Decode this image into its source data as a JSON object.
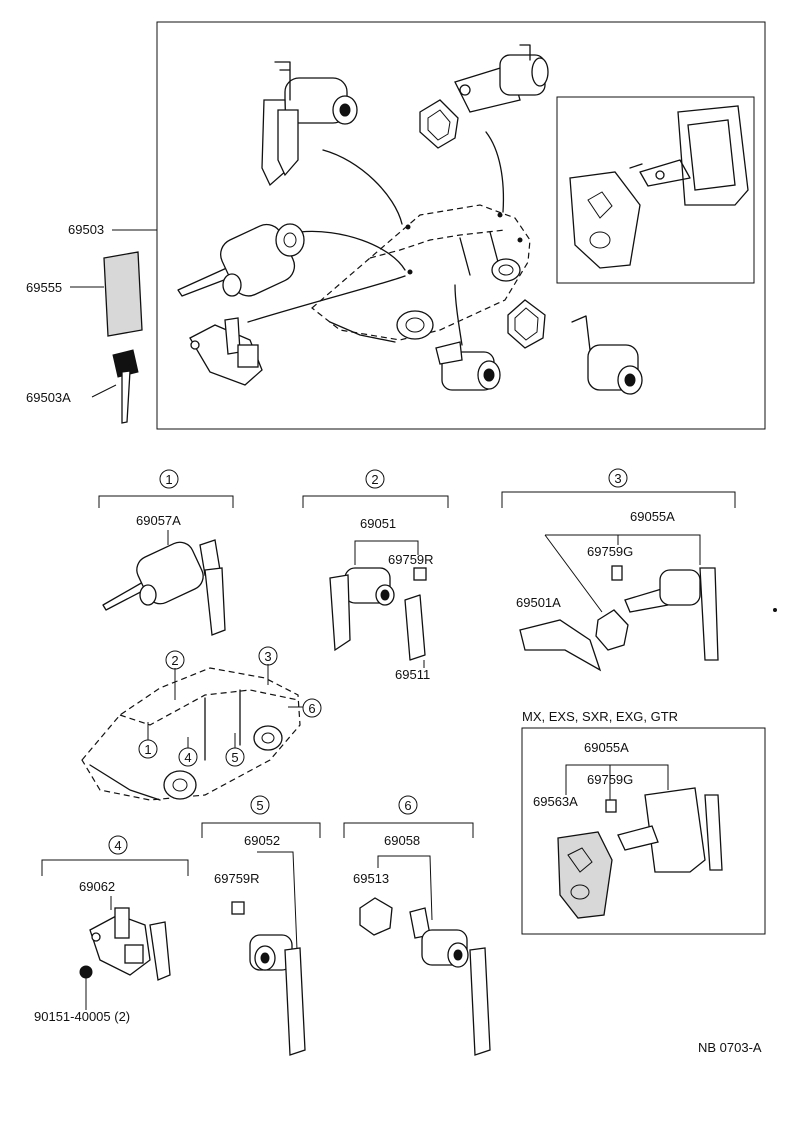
{
  "top_assembly": {
    "part_main": "69503",
    "part_plate": "69555",
    "part_key": "69503A"
  },
  "groups": [
    {
      "circle": "1",
      "parts": [
        "69057A"
      ]
    },
    {
      "circle": "2",
      "parts": [
        "69051",
        "69759R",
        "69511"
      ]
    },
    {
      "circle": "3",
      "parts": [
        "69055A",
        "69759G",
        "69501A"
      ]
    },
    {
      "circle": "4",
      "parts": [
        "69062",
        "90151-40005 (2)"
      ]
    },
    {
      "circle": "5",
      "parts": [
        "69052",
        "69759R"
      ]
    },
    {
      "circle": "6",
      "parts": [
        "69058",
        "69513"
      ]
    }
  ],
  "car_locator": {
    "markers": [
      "1",
      "2",
      "3",
      "4",
      "5",
      "6"
    ]
  },
  "variant": {
    "title": "MX, EXS, SXR, EXG, GTR",
    "parts": [
      "69055A",
      "69759G",
      "69563A"
    ]
  },
  "figure_code": "NB 0703-A"
}
